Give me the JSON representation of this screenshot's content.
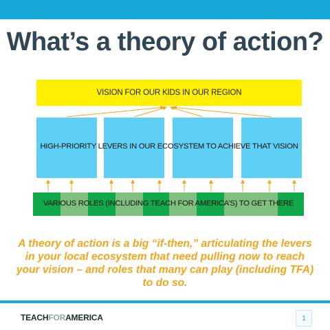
{
  "slide": {
    "title": "What’s a theory of action?",
    "caption": "A theory of action is a big “if-then,” articulating the levers in your local ecosystem that need pulling now to reach your vision – and roles that many can play (including TFA) to do so.",
    "page_number": "1"
  },
  "diagram": {
    "vision_label": "VISION FOR OUR KIDS IN OUR REGION",
    "levers_label": "HIGH-PRIORITY LEVERS IN OUR ECOSYSTEM TO ACHIEVE THAT VISION",
    "roles_label": "VARIOUS ROLES (INCLUDING TEACH FOR AMERICA’S) TO GET THERE"
  },
  "logo": {
    "part1": "TEACH",
    "part2": "FOR",
    "part3": "AMERICA"
  },
  "colors": {
    "accent_blue": "#16a7d6",
    "title_text": "#2f4656",
    "vision_yellow": "#ffef00",
    "lever_blue": "#5fd0f5",
    "roles_green_dark": "#0fa84a",
    "roles_green_light": "#7fc07f",
    "caption_orange": "#f3a51e",
    "arrow_orange": "#f3a51e"
  }
}
